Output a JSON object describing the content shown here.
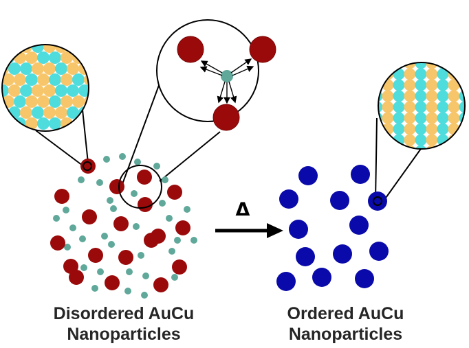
{
  "left_label_line1": "Disordered AuCu",
  "left_label_line2": "Nanoparticles",
  "right_label_line1": "Ordered AuCu",
  "right_label_line2": "Nanoparticles",
  "arrow_label": "Δ",
  "colors": {
    "disordered_particle": "#9b0a0a",
    "small_atom": "#5fa89a",
    "ordered_particle": "#0a0aaa",
    "gold_atom": "#f7c66a",
    "copper_atom": "#4fdcdc",
    "outline": "#000000"
  }
}
